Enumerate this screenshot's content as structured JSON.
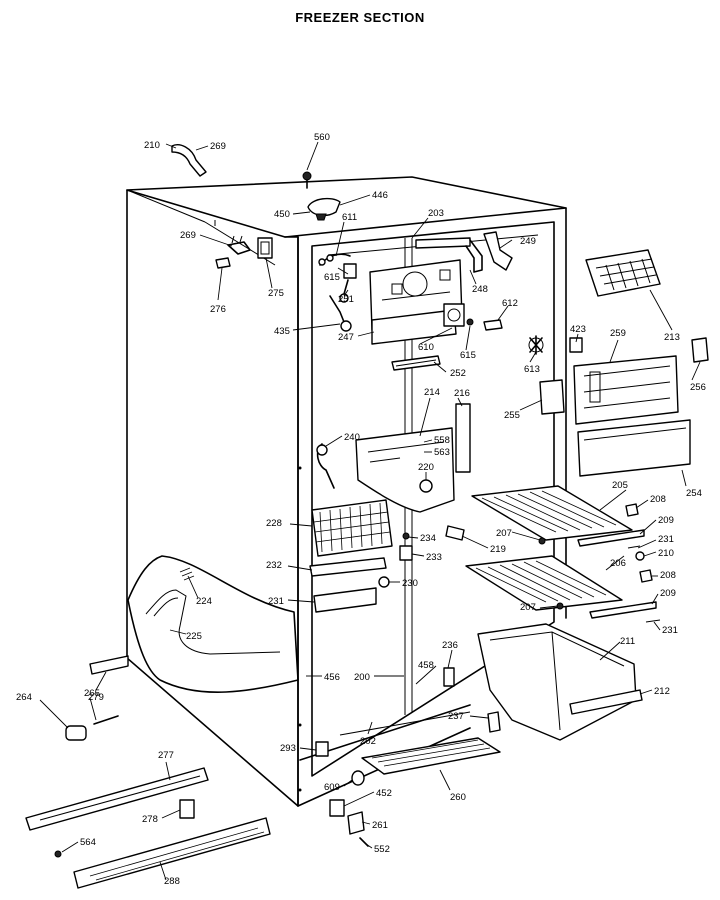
{
  "title": "FREEZER SECTION",
  "part_numbers": {
    "p210": "210",
    "p269a": "269",
    "p560": "560",
    "p446": "446",
    "p450": "450",
    "p611": "611",
    "p203": "203",
    "p269b": "269",
    "p275": "275",
    "p276": "276",
    "p615a": "615",
    "p251": "251",
    "p248": "248",
    "p612": "612",
    "p249": "249",
    "p213": "213",
    "p435": "435",
    "p247": "247",
    "p610": "610",
    "p615b": "615",
    "p613": "613",
    "p423": "423",
    "p259": "259",
    "p256": "256",
    "p252": "252",
    "p214": "214",
    "p216": "216",
    "p255": "255",
    "p240": "240",
    "p558": "558",
    "p563": "563",
    "p220": "220",
    "p254": "254",
    "p205": "205",
    "p208a": "208",
    "p228": "228",
    "p234": "234",
    "p207a": "207",
    "p209a": "209",
    "p231a": "231",
    "p219": "219",
    "p210b": "210",
    "p232": "232",
    "p233": "233",
    "p206": "206",
    "p208b": "208",
    "p230": "230",
    "p224": "224",
    "p231b": "231",
    "p209b": "209",
    "p207b": "207",
    "p231c": "231",
    "p225": "225",
    "p236": "236",
    "p211": "211",
    "p456": "456",
    "p200": "200",
    "p458": "458",
    "p264": "264",
    "p265": "265",
    "p279": "279",
    "p212": "212",
    "p237": "237",
    "p202": "202",
    "p293": "293",
    "p277": "277",
    "p609": "609",
    "p452": "452",
    "p260": "260",
    "p278": "278",
    "p261": "261",
    "p564": "564",
    "p552": "552",
    "p288": "288"
  }
}
